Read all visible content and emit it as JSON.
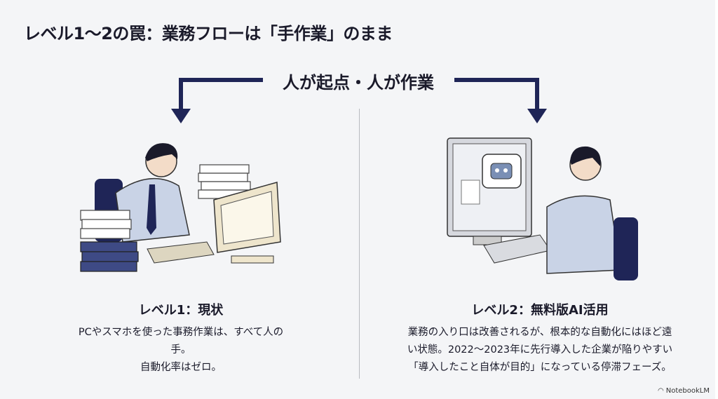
{
  "title": "レベル1〜2の罠：業務フローは「手作業」のまま",
  "flow_label": "人が起点・人が作業",
  "left": {
    "heading": "レベル1：現状",
    "lines": [
      "PCやスマホを使った事務作業は、すべて人の手。",
      "自動化率はゼロ。"
    ]
  },
  "right": {
    "heading": "レベル2：無料版AI活用",
    "lines": [
      "業務の入り口は改善されるが、根本的な自動化にはほど遠",
      "い状態。2022〜2023年に先行導入した企業が陥りやすい",
      "「導入したこと自体が目的」になっている停滞フェーズ。"
    ]
  },
  "brand": "NotebookLM",
  "colors": {
    "navy": "#1f2557",
    "background": "#f4f5f7",
    "shirt": "#c9d3e6"
  }
}
